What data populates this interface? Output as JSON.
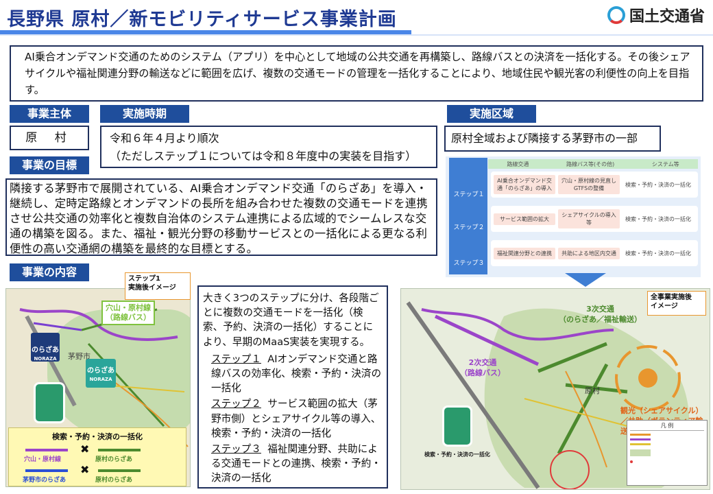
{
  "header": {
    "title": "長野県 原村／新モビリティサービス事業計画",
    "ministry": "国土交通省"
  },
  "summary": "AI乗合オンデマンド交通のためのシステム（アプリ）を中心として地域の公共交通を再構築し、路線バスとの決済を一括化する。その後シェアサイクルや福祉関連分野の輸送などに範囲を広げ、複数の交通モードの管理を一括化することにより、地域住民や観光客の利便性の向上を目指す。",
  "entity": {
    "label": "事業主体",
    "value": "原 村"
  },
  "period": {
    "label": "実施時期",
    "line1": "令和６年４月より順次",
    "line2": "（ただしステップ１については令和８年度中の実装を目指す）"
  },
  "area": {
    "label": "実施区域",
    "value": "原村全域および隣接する茅野市の一部"
  },
  "goal": {
    "label": "事業の目標",
    "text": "隣接する茅野市で展開されている、AI乗合オンデマンド交通「のらざあ」を導入・継続し、定時定路線とオンデマンドの長所を組み合わせた複数の交通モードを連携させ公共交通の効率化と複数自治体のシステム連携による広域的でシームレスな交通の構築を図る。また、福祉・観光分野の移動サービスとの一括化による更なる利便性の高い交通網の構築を最終的な目標とする。"
  },
  "content": {
    "label": "事業の内容",
    "intro": "大きく3つのステップに分け、各段階ごとに複数の交通モードを一括化（検索、予約、決済の一括化）することにより、早期のMaaS実装を実現する。",
    "steps": [
      {
        "name": "ステップ１",
        "text": "AIオンデマンド交通と路線バスの効率化、検索・予約・決済の一括化"
      },
      {
        "name": "ステップ２",
        "text": "サービス範囲の拡大（茅野市側）とシェアサイクル等の導入、検索・予約・決済の一括化"
      },
      {
        "name": "ステップ３",
        "text": "福祉関連分野、共助による交通モードとの連携、検索・予約・決済の一括化"
      }
    ]
  },
  "step_diagram": {
    "columns": [
      "路線交通",
      "路線バス等(その他)",
      "システム等"
    ],
    "rows": [
      {
        "step": "ステップ１",
        "cells": [
          "AI乗合オンデマンド交通「のらざあ」の導入",
          "穴山・原村線の見直しGTFSの整備",
          "検索・予約・決済の一括化"
        ]
      },
      {
        "step": "ステップ２",
        "cells": [
          "サービス範囲の拡大",
          "シェアサイクルの導入等",
          "検索・予約・決済の一括化"
        ]
      },
      {
        "step": "ステップ３",
        "cells": [
          "福祉関連分野との連携",
          "共助による地区内交通",
          "検索・予約・決済の一括化"
        ]
      }
    ]
  },
  "map_left": {
    "callout": [
      "ステップ1",
      "実施後イメージ"
    ],
    "route_tag": [
      "穴山・原村線",
      "（路線バス）"
    ],
    "chino": "茅野市",
    "norazaa1": [
      "のらざあ",
      "NORAZA"
    ],
    "norazaa2": [
      "のらざあ",
      "NORAZA"
    ],
    "legend_title": "検索・予約・決済の一括化",
    "legend_rows": [
      {
        "left": "穴山・原村線",
        "right": "原村のらざあ"
      },
      {
        "left": "茅野市のらざあ",
        "right": "原村のらざあ"
      }
    ]
  },
  "map_right": {
    "callout": [
      "全事業実施後",
      "イメージ"
    ],
    "tag3": [
      "3次交通",
      "（のらざあ／福祉輸送）"
    ],
    "tag2": [
      "2次交通",
      "（路線バス）"
    ],
    "tag_tourism": [
      "観光（シェアサイクル）",
      "／共助（ボランティア輸送）"
    ],
    "legend_title": "凡 例",
    "place": "原村",
    "search": "検索・予約・決済の一括化"
  },
  "colors": {
    "navy": "#1f4e9c",
    "title": "#1f3a93",
    "green_arrow": "#4c8a2e",
    "purple": "#9b45c9",
    "orange": "#e8962e"
  }
}
